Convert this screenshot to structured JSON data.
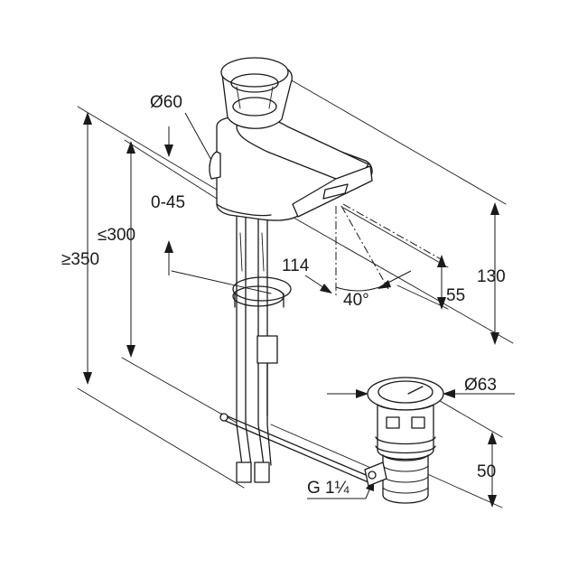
{
  "labels": {
    "spout_diameter": "Ø60",
    "lever_range": "0-45",
    "hose_length": "≤300",
    "total_height": "≥350",
    "projection": "114",
    "angle": "40°",
    "outlet_height": "55",
    "spout_height": "130",
    "waste_diameter": "Ø63",
    "waste_height": "50",
    "thread": "G 1¼"
  }
}
